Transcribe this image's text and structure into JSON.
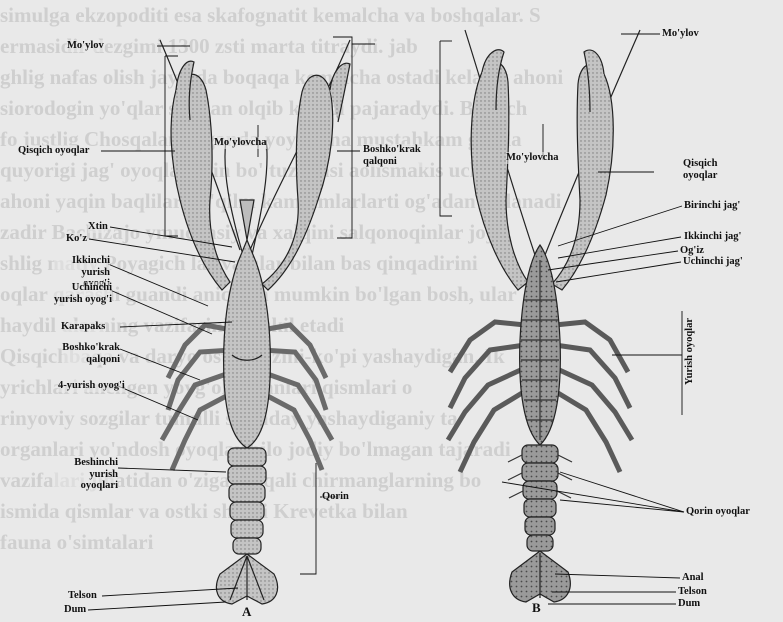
{
  "colors": {
    "ink": "#111111",
    "shell": "#c9c9c9",
    "shell_dark": "#6f6f6f",
    "belly": "#8a8a8a"
  },
  "background_text": [
    "simulga ekzopoditi esa skafognatit  kemalcha   va boshqalar. S",
    "ermasidir   dezgimi   1300  zsti   marta   titraydi.   jab",
    "ghlig nafas olish jaydida boqaqa kemalcha ostadi kelalar ahoni",
    "siorodogin yo'qlar suvdan olqib ketadi pajaradydi. Birinch",
    "fo justlig Chosqalan organda yoyilgana mustahkam gavda",
    "quyorigi jag' oyoqlari itin bo' tuzilgasi aolismakis uchun",
    "ahoni yaqin baqlilar bo'qilm kam ilmlarlarti og'adan tiqlanadi",
    "zadir  Bachizajo ymuchasiy  va xalqini salqonoqinlar joy",
    "shlig matiy  Poyagich lar va ular bilan bas qinqadirini",
    "oqlar qarashi guandi aniqlash mumkin bo'lgan bosh, ular",
    "haydil ularning vazifasini tashkil etadi",
    "Qisqichbaqa va daryo ostida ozmi-ko'pi yashaydigan. Ik",
    "yrichlari  anengen  yoyg'ol  organlari  qismlari  o",
    "rinyoviy sozgilar tumulli shunday yashaydiganiy ta",
    "organlari yo'ndosh oyoqlar bilo jodiy bo'lmagan tajaradi",
    "vazifalari jihatidan  o'ziga  halqali  chirmanglarning  bo",
    "ismida  qismlar va ostki shiluli  Krevetka  bilan",
    "fauna o'simtalari"
  ],
  "left_labels": {
    "moylov": "Mo'ylov",
    "qisqich_oyoqlar": "Qisqich oyoqlar",
    "moylovcha": "Mo'ylovcha",
    "boshkokrak_qalqoni_top": "Boshko'krak qalqoni",
    "xtin": "Xtin",
    "koz": "Ko'z",
    "ikkinchi_yurish_oyogi": "Ikkinchi yurish oyog'i",
    "uchinchi_yurish_oyogi": "Uchinchi yurish oyog'i",
    "karapaks": "Karapaks",
    "boshkokrak_qalqoni": "Boshko'krak qalqoni",
    "tortinchi_yurish_oyogi": "4-yurish oyog'i",
    "beshinchi_yurish_oyoqlari": "Beshinchi yurish oyoqlari",
    "qorin": "Qorin",
    "telson": "Telson",
    "dum": "Dum"
  },
  "right_labels": {
    "moylov": "Mo'ylov",
    "moylovcha": "Mo'ylovcha",
    "qisqich_oyoqlar": "Qisqich oyoqlar",
    "birinchi_jag": "Birinchi jag'",
    "ikkinchi_jag": "Ikkinchi jag'",
    "ogiz": "Og'iz",
    "uchinchi_jag": "Uchinchi jag'",
    "yurish_oyoqlar": "Yurish oyoqlar",
    "qorin_oyoqlar": "Qorin oyoqlar",
    "anal": "Anal",
    "telson": "Telson",
    "dum": "Dum"
  },
  "panels": {
    "left": "A",
    "right": "B"
  }
}
